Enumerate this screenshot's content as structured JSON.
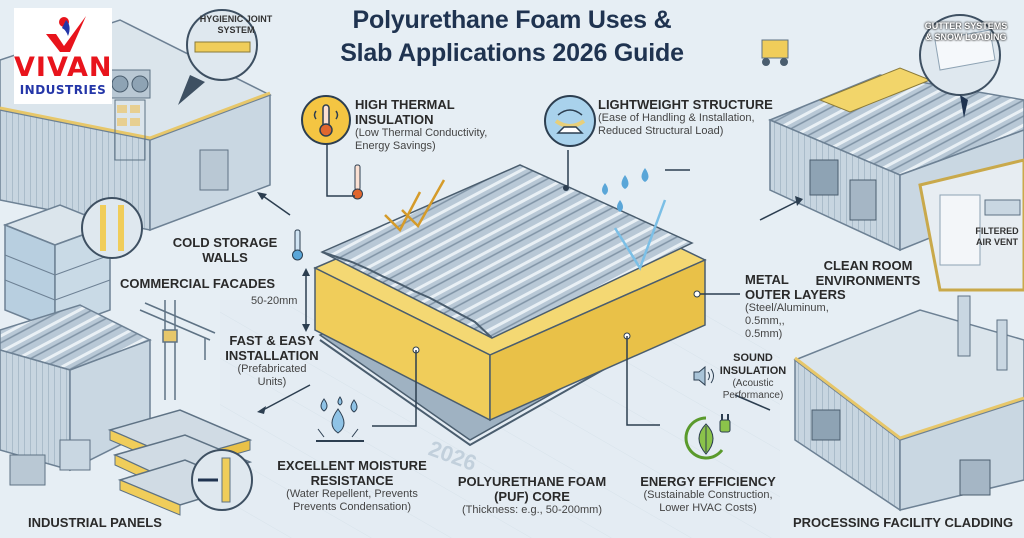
{
  "title": {
    "line1": "Polyurethane Foam Uses &",
    "line2": "Slab Applications 2026 Guide"
  },
  "logo": {
    "brand": "VIVAN",
    "sub": "INDUSTRIES",
    "icon": "checkmark-person-icon",
    "colors": {
      "red": "#e8141c",
      "blue": "#2436a8"
    }
  },
  "callouts": {
    "hygienic_joint": "HYGIENIC JOINT SYSTEM",
    "gutter": {
      "line1": "GUTTER SYSTEMS",
      "line2": "& SNOW LOADING"
    },
    "filtered_air": {
      "line1": "FILTERED",
      "line2": "AIR VENT"
    }
  },
  "features": {
    "thermal": {
      "heading1": "HIGH THERMAL",
      "heading2": "INSULATION",
      "desc1": "(Low Thermal Conductivity,",
      "desc2": "Energy Savings)",
      "icon": "thermometer-icon"
    },
    "lightweight": {
      "heading": "LIGHTWEIGHT STRUCTURE",
      "desc1": "(Ease of Handling & Installation,",
      "desc2": "Reduced Structural Load)",
      "icon": "flexible-panel-icon"
    },
    "metal_layers": {
      "heading1": "METAL",
      "heading2": "OUTER LAYERS",
      "desc1": "(Steel/Aluminum,",
      "desc2": "0.5mm,,",
      "desc3": "0.5mm)"
    },
    "sound": {
      "heading1": "SOUND",
      "heading2": "INSULATION",
      "desc1": "(Acoustic",
      "desc2": "Performance)",
      "icon": "speaker-icon"
    },
    "energy": {
      "heading": "ENERGY EFFICIENCY",
      "desc1": "(Sustainable Construction,",
      "desc2": "Lower HVAC Costs)",
      "icon": "leaf-plug-icon"
    },
    "core": {
      "heading1": "POLYURETHANE FOAM",
      "heading2": "(PUF) CORE",
      "desc": "(Thickness: e.g., 50-200mm)"
    },
    "moisture": {
      "heading1": "EXCELLENT MOISTURE",
      "heading2": "RESISTANCE",
      "desc1": "(Water Repellent, Prevents",
      "desc2": "Prevents Condensation)",
      "icon": "water-drops-icon"
    },
    "install": {
      "heading1": "FAST & EASY",
      "heading2": "INSTALLATION",
      "desc1": "(Prefabricated",
      "desc2": "Units)"
    }
  },
  "applications": {
    "cold_storage": {
      "line1": "COLD STORAGE",
      "line2": "WALLS"
    },
    "facades": "COMMERCIAL FACADES",
    "industrial": "INDUSTRIAL PANELS",
    "clean_room": {
      "line1": "CLEAN ROOM",
      "line2": "ENVIRONMENTS"
    },
    "processing": "PROCESSING FACILITY CLADDING"
  },
  "dimension": {
    "thickness": "50-20mm",
    "watermark": "2026"
  },
  "colors": {
    "background": "#e6eef4",
    "title": "#1f3350",
    "foam": "#f2cc4f",
    "metal": "#a9bccb",
    "thermal_icon_bg": "#f4c542",
    "lightweight_icon_bg": "#a9d2ec",
    "leaf": "#7cb342"
  }
}
